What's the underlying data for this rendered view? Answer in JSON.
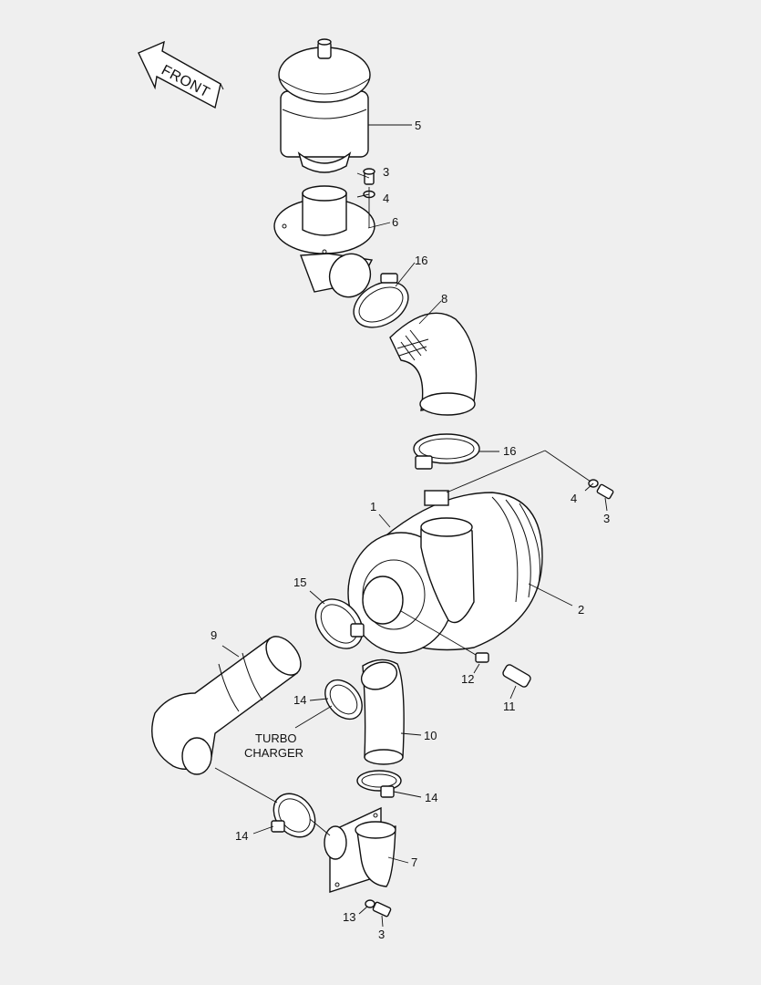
{
  "diagram": {
    "orientation_arrow": {
      "label": "FRONT"
    },
    "note": {
      "line1": "TURBO",
      "line2": "CHARGER"
    },
    "callouts": [
      {
        "id": "c5",
        "label": "5"
      },
      {
        "id": "c3a",
        "label": "3"
      },
      {
        "id": "c4a",
        "label": "4"
      },
      {
        "id": "c6",
        "label": "6"
      },
      {
        "id": "c16a",
        "label": "16"
      },
      {
        "id": "c8",
        "label": "8"
      },
      {
        "id": "c16b",
        "label": "16"
      },
      {
        "id": "c4b",
        "label": "4"
      },
      {
        "id": "c3b",
        "label": "3"
      },
      {
        "id": "c1",
        "label": "1"
      },
      {
        "id": "c2",
        "label": "2"
      },
      {
        "id": "c15",
        "label": "15"
      },
      {
        "id": "c9",
        "label": "9"
      },
      {
        "id": "c12",
        "label": "12"
      },
      {
        "id": "c11",
        "label": "11"
      },
      {
        "id": "c14a",
        "label": "14"
      },
      {
        "id": "c10",
        "label": "10"
      },
      {
        "id": "c14b",
        "label": "14"
      },
      {
        "id": "c14c",
        "label": "14"
      },
      {
        "id": "c7",
        "label": "7"
      },
      {
        "id": "c13",
        "label": "13"
      },
      {
        "id": "c3c",
        "label": "3"
      }
    ]
  }
}
